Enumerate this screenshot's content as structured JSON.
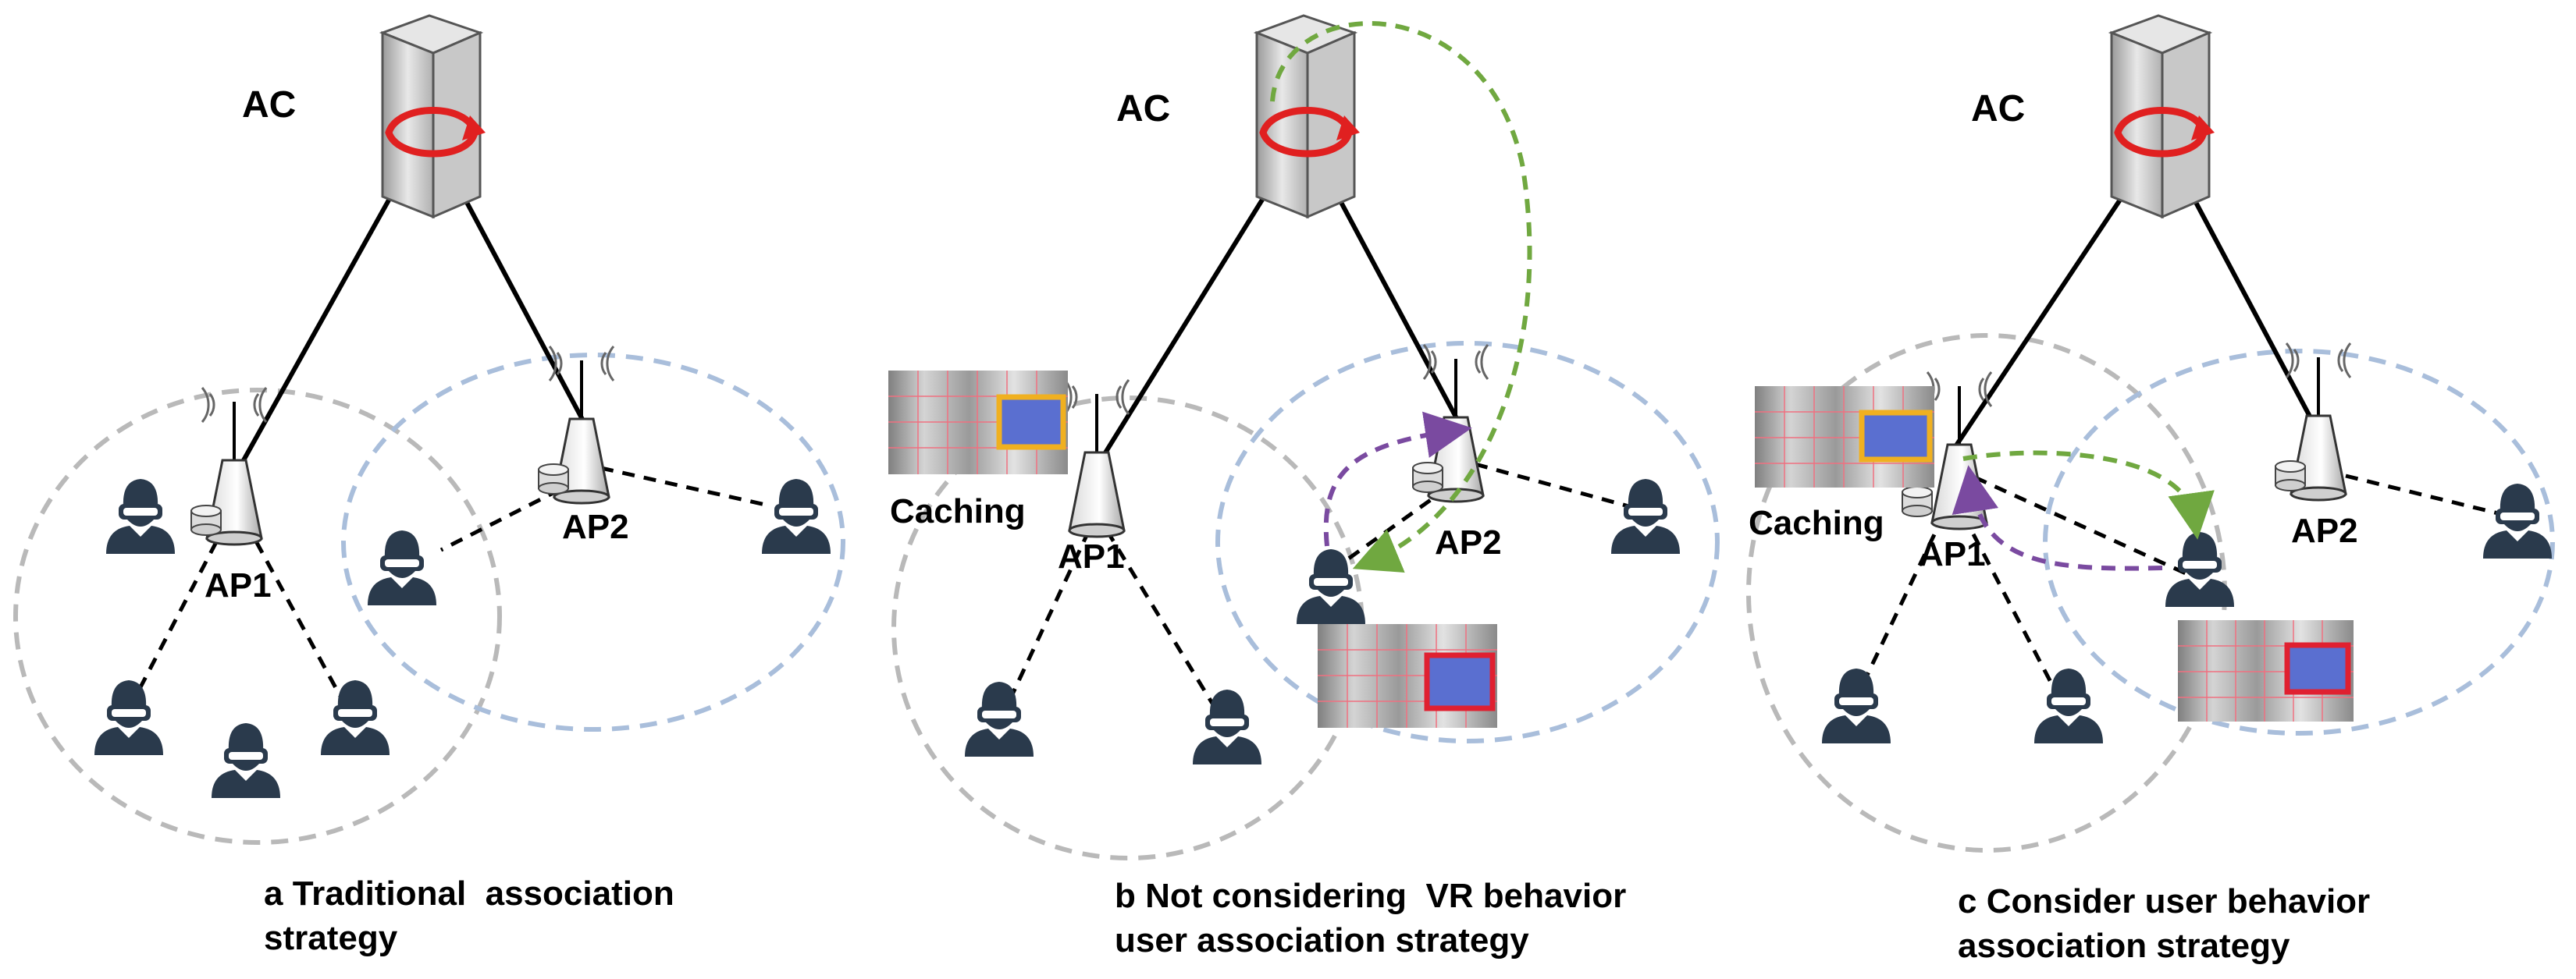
{
  "panels": [
    {
      "id": "a",
      "controller_label": "AC",
      "ap1_label": "AP1",
      "ap2_label": "AP2",
      "caching_label": "",
      "caption_line1": "a Traditional  association",
      "caption_line2": "strategy"
    },
    {
      "id": "b",
      "controller_label": "AC",
      "ap1_label": "AP1",
      "ap2_label": "AP2",
      "caching_label": "Caching",
      "caption_line1": "b Not considering  VR behavior",
      "caption_line2": "user association strategy"
    },
    {
      "id": "c",
      "controller_label": "AC",
      "ap1_label": "AP1",
      "ap2_label": "AP2",
      "caching_label": "Caching",
      "caption_line1": "c Consider user behavior",
      "caption_line2": "association strategy"
    }
  ],
  "colors": {
    "ap1_coverage": "#b9b9b9",
    "ap2_coverage": "#a9bedb",
    "request_arrow": "#70a840",
    "association_arrow": "#7a4aa0",
    "user_icon": "#2a3a4c",
    "server_arrow": "#e02020",
    "viewport_cached": "#f0b020",
    "viewport_requested": "#e02030",
    "viewport_fill": "#5a6fd0"
  }
}
